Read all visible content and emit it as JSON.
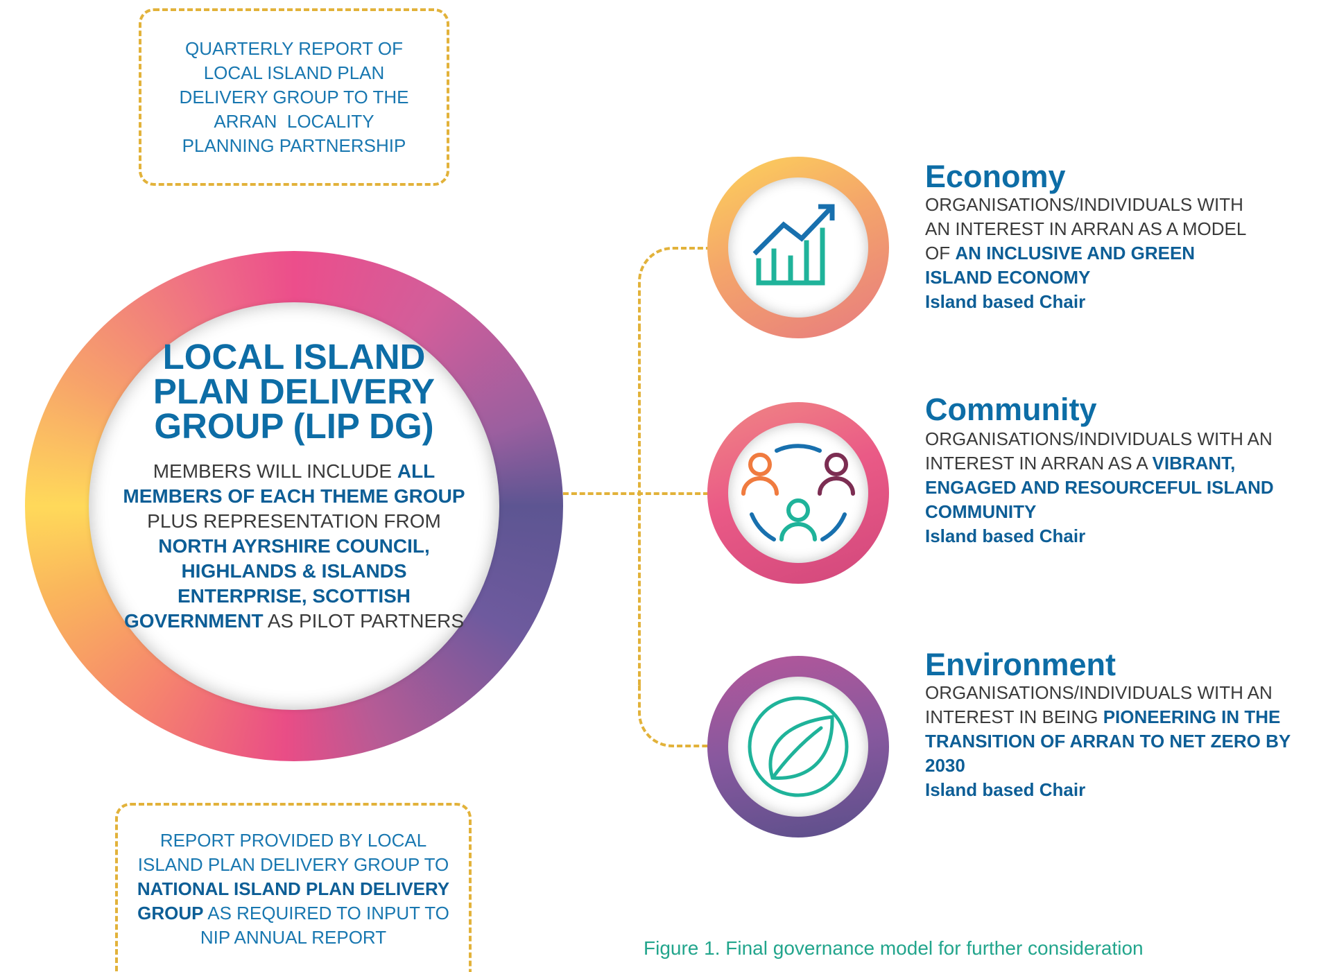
{
  "top_box": {
    "lines": [
      "QUARTERLY REPORT OF",
      "LOCAL ISLAND PLAN",
      "DELIVERY GROUP TO THE",
      "ARRAN  LOCALITY",
      "PLANNING PARTNERSHIP"
    ]
  },
  "main": {
    "title_lines": [
      "LOCAL ISLAND",
      "PLAN DELIVERY",
      "GROUP (LIP DG)"
    ],
    "desc": {
      "t1": "MEMBERS WILL INCLUDE ",
      "b1": "ALL MEMBERS OF EACH THEME GROUP",
      "t2": " PLUS REPRESENTATION FROM ",
      "b2": "NORTH AYRSHIRE COUNCIL, HIGHLANDS & ISLANDS ENTERPRISE, SCOTTISH GOVERNMENT",
      "t3": " AS PILOT PARTNERS"
    }
  },
  "bottom_box": {
    "t1": "REPORT PROVIDED BY LOCAL ISLAND PLAN DELIVERY GROUP TO ",
    "b1": "NATIONAL ISLAND PLAN DELIVERY GROUP",
    "t2": " AS REQUIRED TO INPUT TO NIP ANNUAL REPORT"
  },
  "themes": {
    "economy": {
      "title": "Economy",
      "t1": "ORGANISATIONS/INDIVIDUALS WITH AN INTEREST IN ARRAN AS A MODEL OF ",
      "b1": "AN INCLUSIVE AND GREEN ISLAND ECONOMY",
      "chair": "Island based Chair",
      "icon": "growth-chart-icon"
    },
    "community": {
      "title": "Community",
      "t1": "ORGANISATIONS/INDIVIDUALS WITH AN INTEREST IN ARRAN AS A ",
      "b1": "VIBRANT, ENGAGED AND RESOURCEFUL ISLAND COMMUNITY",
      "chair": "Island based Chair",
      "icon": "people-circle-icon"
    },
    "environment": {
      "title": "Environment",
      "t1": "ORGANISATIONS/INDIVIDUALS WITH AN INTEREST IN BEING ",
      "b1": "PIONEERING IN THE TRANSITION OF ARRAN TO NET ZERO BY 2030",
      "chair": "Island based Chair",
      "icon": "leaf-icon"
    }
  },
  "colors": {
    "dash": "#E2B23A",
    "title_blue": "#0D6DA6",
    "bold_blue": "#0D5E96",
    "teal": "#1FB39A",
    "caption_green": "#22A58C"
  },
  "caption": "Figure 1. Final governance model for further consideration"
}
